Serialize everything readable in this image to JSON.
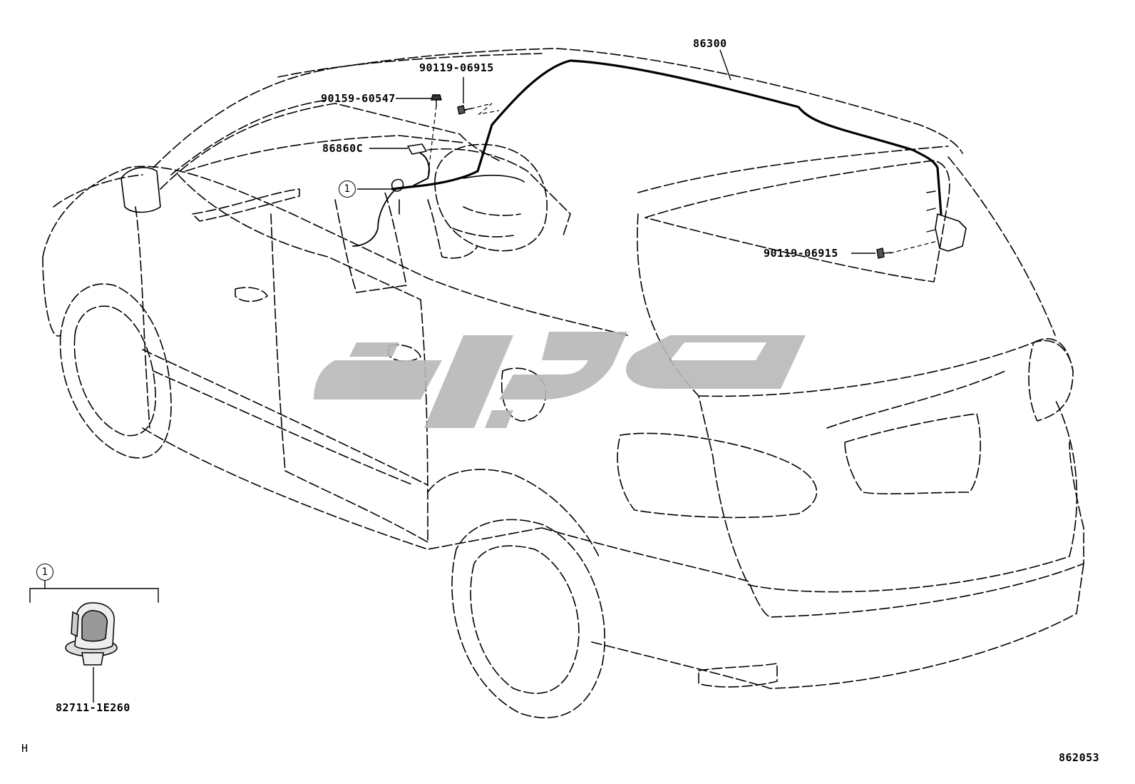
{
  "parts": {
    "roof_wire": "86300",
    "bolt_upper": "90119-06915",
    "screw": "90159-60547",
    "fitting": "86860C",
    "bolt_rear": "90119-06915",
    "clamp": "82711-1E260"
  },
  "callouts": {
    "main": "1",
    "detail": "1"
  },
  "footer": {
    "left_code": "H",
    "diagram_id": "862053"
  },
  "colors": {
    "line": "#000000",
    "watermark": "#b8b8b8"
  }
}
